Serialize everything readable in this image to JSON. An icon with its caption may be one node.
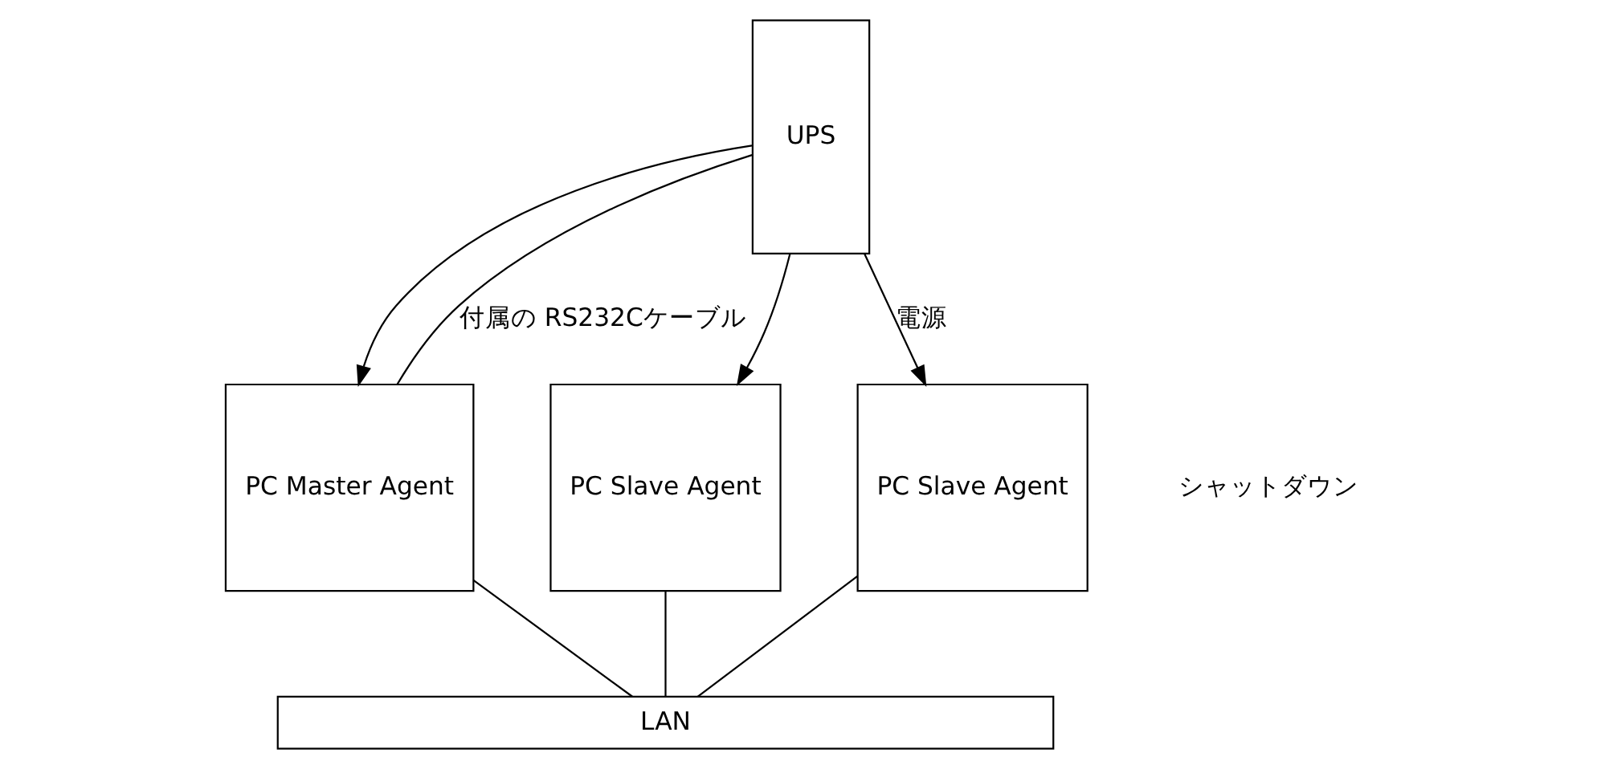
{
  "diagram": {
    "nodes": [
      {
        "text": [
          "UPS"
        ]
      },
      {
        "text": [
          "PC Master Agent"
        ]
      },
      {
        "text": [
          "PC Slave Agent"
        ]
      },
      {
        "text": [
          "PC Slave Agent"
        ]
      },
      {
        "text": [
          "LAN"
        ]
      }
    ],
    "edges": [
      {
        "from": 0,
        "to": 1,
        "arrow": "to"
      },
      {
        "from": 0,
        "to": 2,
        "arrow": "to"
      },
      {
        "from": 0,
        "to": 3,
        "arrow": "to",
        "label": "電源"
      },
      {
        "from": 0,
        "to": 1,
        "arrow": "none",
        "label": "付属の RS232Cケーブル"
      },
      {
        "from": 1,
        "to": 4,
        "arrow": "none"
      },
      {
        "from": 2,
        "to": 4,
        "arrow": "none"
      },
      {
        "from": 3,
        "to": 4,
        "arrow": "none"
      }
    ],
    "labels": [
      "シャットダウン"
    ]
  }
}
